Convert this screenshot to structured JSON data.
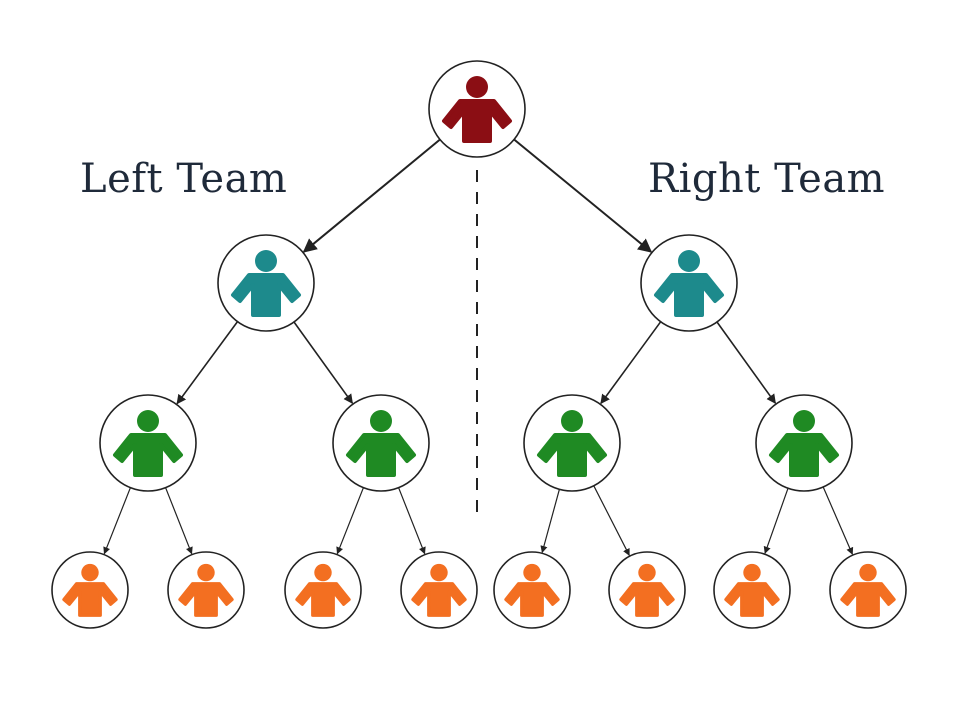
{
  "labels": {
    "left_team": "Left Team",
    "right_team": "Right Team"
  },
  "colors": {
    "root": "#8b0e14",
    "level1": "#1d8a8c",
    "level2": "#1f8a23",
    "level3": "#f36f21",
    "node_border": "#222222",
    "arrow": "#222222",
    "text": "#1f2a3a"
  },
  "icons": {
    "person": "person-icon"
  },
  "tree": {
    "root": {
      "name": "root",
      "level": 0,
      "children": [
        "left",
        "right"
      ]
    },
    "left": {
      "name": "left-leader",
      "level": 1,
      "team": "left",
      "children": [
        "left-a",
        "left-b"
      ]
    },
    "right": {
      "name": "right-leader",
      "level": 1,
      "team": "right",
      "children": [
        "right-a",
        "right-b"
      ]
    },
    "left-a": {
      "name": "left-a",
      "level": 2,
      "team": "left",
      "children": [
        "left-a-1",
        "left-a-2"
      ]
    },
    "left-b": {
      "name": "left-b",
      "level": 2,
      "team": "left",
      "children": [
        "left-b-1",
        "left-b-2"
      ]
    },
    "right-a": {
      "name": "right-a",
      "level": 2,
      "team": "right",
      "children": [
        "right-a-1",
        "right-a-2"
      ]
    },
    "right-b": {
      "name": "right-b",
      "level": 2,
      "team": "right",
      "children": [
        "right-b-1",
        "right-b-2"
      ]
    }
  }
}
